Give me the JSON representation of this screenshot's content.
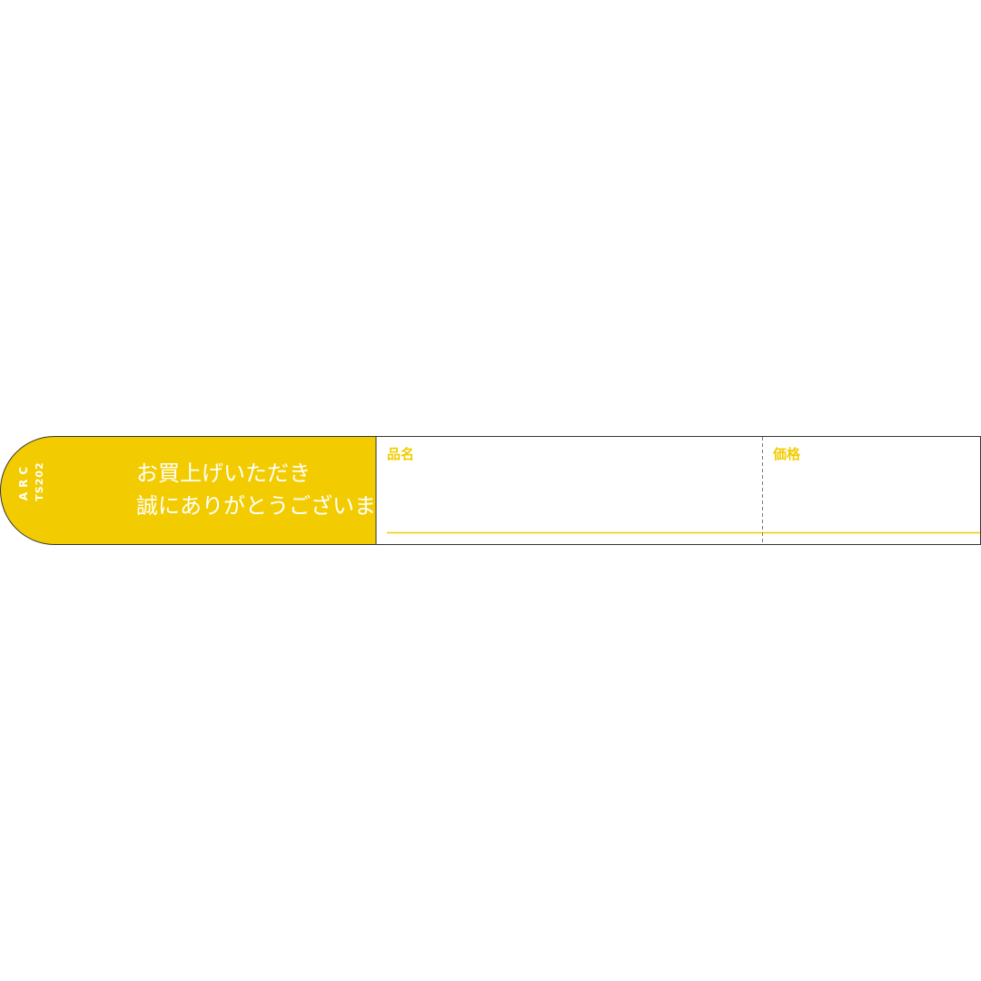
{
  "tag": {
    "brand": "ARC",
    "product_code": "TS202",
    "message_line1": "お買上げいただき",
    "message_line2": "誠にありがとうございます。",
    "fields": {
      "item_name_label": "品名",
      "price_label": "価格"
    }
  },
  "colors": {
    "accent_yellow": "#f2cc00",
    "outline": "#333333",
    "dashed_divider": "#777777"
  }
}
